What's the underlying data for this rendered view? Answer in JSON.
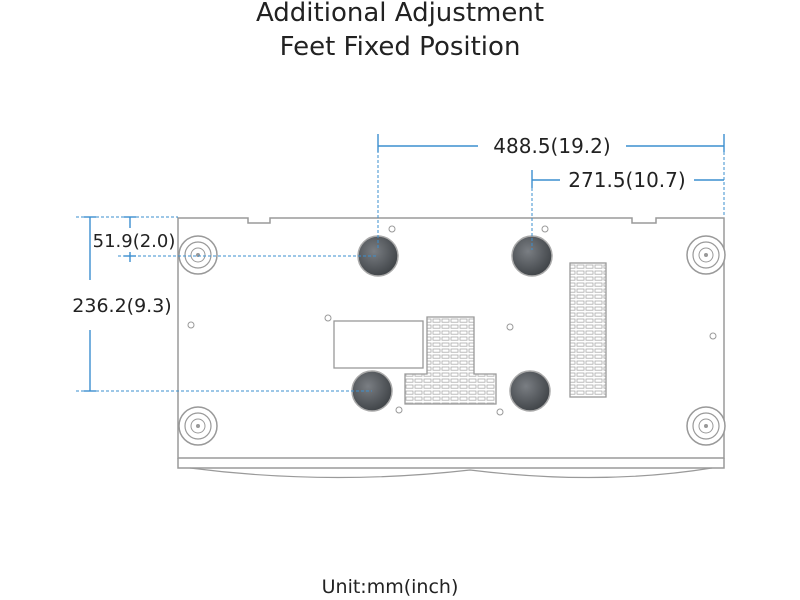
{
  "title": {
    "line1": "Additional Adjustment",
    "line2": "Feet Fixed Position"
  },
  "dimensions": {
    "width_total": "488.5(19.2)",
    "width_inner": "271.5(10.7)",
    "top_offset": "51.9(2.0)",
    "height_total": "236.2(9.3)"
  },
  "footer": {
    "unit": "Unit:mm(inch)"
  },
  "colors": {
    "dimension_line": "#3b8fcf",
    "outline": "#9a9a9a",
    "foot_fill": "#55595e"
  }
}
